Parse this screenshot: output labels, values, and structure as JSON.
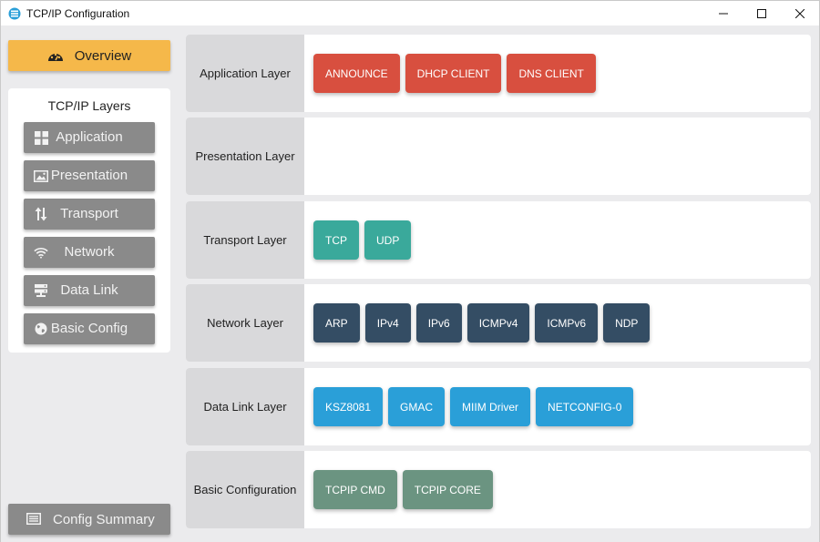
{
  "window": {
    "title": "TCP/IP Configuration",
    "controls": [
      "minimize-icon",
      "maximize-icon",
      "close-icon"
    ]
  },
  "sidebar": {
    "overview_label": "Overview",
    "layers_title": "TCP/IP Layers",
    "items": [
      {
        "label": "Application",
        "icon": "grid-icon"
      },
      {
        "label": "Presentation",
        "icon": "image-icon"
      },
      {
        "label": "Transport",
        "icon": "arrows-updown-icon"
      },
      {
        "label": "Network",
        "icon": "wifi-icon"
      },
      {
        "label": "Data Link",
        "icon": "server-icon"
      },
      {
        "label": "Basic Config",
        "icon": "globe-icon"
      }
    ],
    "summary_label": "Config Summary"
  },
  "colors": {
    "overview": "#f5b84a",
    "application": "#d84f3f",
    "transport": "#3aa99b",
    "network": "#344d64",
    "datalink": "#2a9fd8",
    "basic": "#6b9481",
    "sidebar_item": "#8a8a8a"
  },
  "layers": [
    {
      "name": "Application Layer",
      "modules": [
        "ANNOUNCE",
        "DHCP CLIENT",
        "DNS CLIENT"
      ]
    },
    {
      "name": "Presentation Layer",
      "modules": []
    },
    {
      "name": "Transport Layer",
      "modules": [
        "TCP",
        "UDP"
      ]
    },
    {
      "name": "Network Layer",
      "modules": [
        "ARP",
        "IPv4",
        "IPv6",
        "ICMPv4",
        "ICMPv6",
        "NDP"
      ]
    },
    {
      "name": "Data Link Layer",
      "modules": [
        "KSZ8081",
        "GMAC",
        "MIIM Driver",
        "NETCONFIG-0"
      ]
    },
    {
      "name": "Basic Configuration",
      "modules": [
        "TCPIP CMD",
        "TCPIP CORE"
      ]
    }
  ]
}
